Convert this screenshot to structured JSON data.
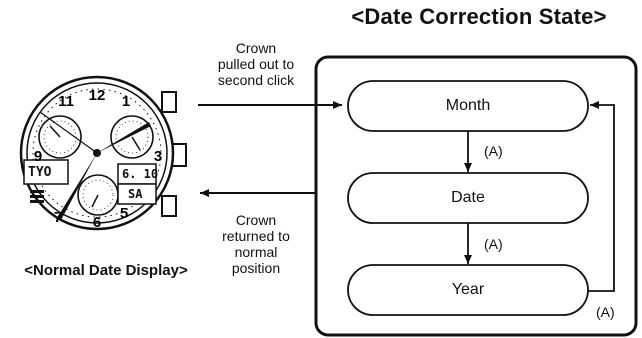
{
  "title": "<Date Correction State>",
  "caption": "<Normal Date Display>",
  "notes": {
    "pull_out": [
      "Crown",
      "pulled out to",
      "second click"
    ],
    "return": [
      "Crown",
      "returned to",
      "normal",
      "position"
    ]
  },
  "states": [
    "Month",
    "Date",
    "Year"
  ],
  "transition_labels": [
    "(A)",
    "(A)",
    "(A)"
  ],
  "watch": {
    "numerals": [
      "12",
      "1",
      "3",
      "5",
      "6",
      "7",
      "9",
      "11"
    ],
    "lcd_left": "TYO",
    "lcd_right_top": "6. 10",
    "lcd_right_bottom": "SA"
  }
}
